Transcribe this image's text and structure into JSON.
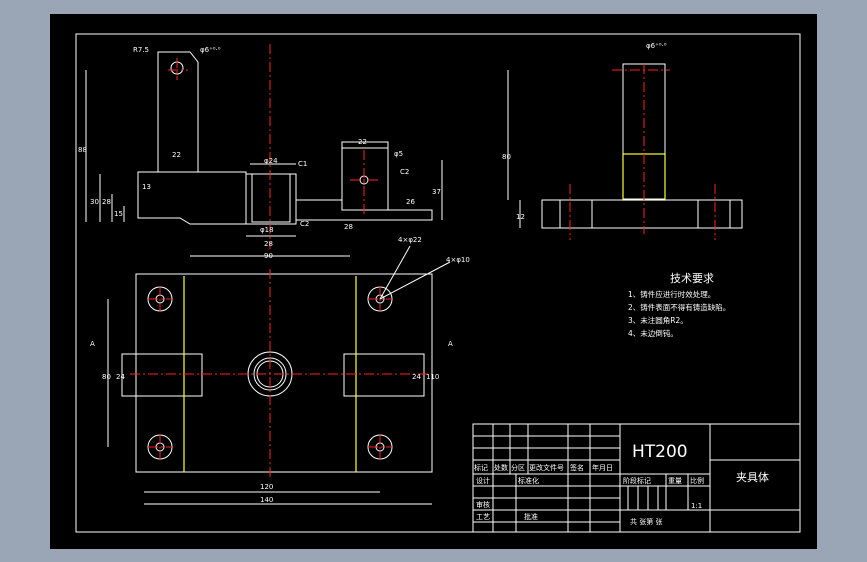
{
  "drawing": {
    "title": "夹具体",
    "material": "HT200",
    "scale": "1:1",
    "sheet_label": "共 张第 张"
  },
  "tech_requirements": {
    "heading": "技术要求",
    "items": [
      "1、铸件应进行时效处理。",
      "2、铸件表面不得有铸造缺陷。",
      "3、未注圆角R2。",
      "4、未边倒钝。"
    ]
  },
  "front_view_dims": {
    "r_top": "R7.5",
    "hole_top": "φ6⁺⁰·⁰",
    "d22_top": "22",
    "h88": "88",
    "h30": "30",
    "h28": "28",
    "h15": "15",
    "w13": "13",
    "d24": "φ24",
    "c1": "C1",
    "d18": "φ18",
    "c2_small": "C2",
    "d22_right": "22",
    "d5": "φ5",
    "c2": "C2",
    "h26": "26",
    "h37": "37",
    "w28": "28",
    "w28b": "28",
    "w90": "90"
  },
  "side_view_dims": {
    "hole": "φ6⁺⁰·⁰",
    "h80": "80",
    "h12": "12"
  },
  "top_view_dims": {
    "holes4_22": "4×φ22",
    "holes4_10": "4×φ10",
    "h80": "80",
    "h24": "24",
    "h24b": "24",
    "h110": "110",
    "w120": "120",
    "w140": "140",
    "section_a_left": "A",
    "section_a_right": "A"
  },
  "title_block": {
    "row1": [
      "标记",
      "处数",
      "分区",
      "更改文件号",
      "签名",
      "年月日"
    ],
    "design": "设计",
    "standardize": "标准化",
    "stage_mark": "阶段标记",
    "weight": "重量",
    "ratio": "比例",
    "review": "审核",
    "process": "工艺",
    "approve": "批准"
  }
}
